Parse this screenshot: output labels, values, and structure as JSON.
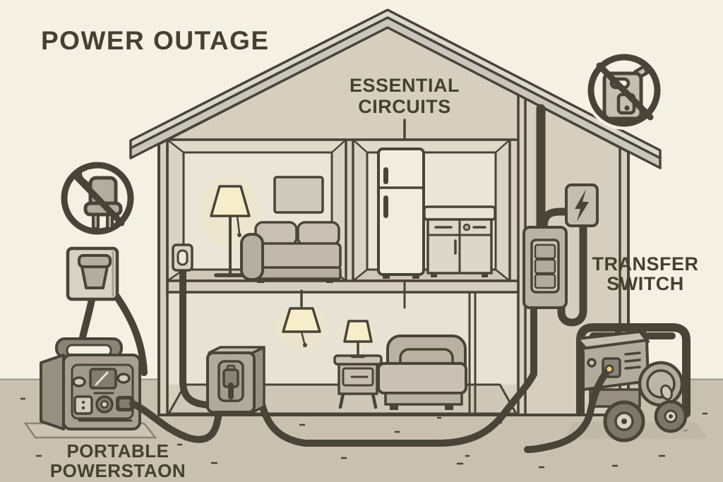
{
  "title": "POWER OUTAGE",
  "labels": {
    "essential_circuits": {
      "line1": "ESSENTIAL",
      "line2": "CIRCUITS"
    },
    "transfer_switch": {
      "line1": "TRANSFER",
      "line2": "SWITCH"
    },
    "portable_power_station": {
      "line1": "PORTABLE",
      "line2": "POWERSTAON"
    }
  },
  "icons": {
    "no_plug": "no-plug-prohibition-icon",
    "no_gasoline": "no-gas-can-prohibition-icon",
    "lightning": "lightning-bolt-icon"
  },
  "scene": {
    "objects": [
      "house cross-section",
      "portable power station",
      "generator",
      "transfer switch panel",
      "breaker box with lightning bolt",
      "exterior wall outlet with plug",
      "refrigerator",
      "kitchen cabinet",
      "sofa",
      "floor lamp",
      "picture frame",
      "pendant lamp",
      "bed",
      "nightstand",
      "table lamp",
      "yellow extension cords"
    ]
  },
  "colors": {
    "background": "#f4f0e4",
    "ground": "#c9c1b0",
    "house_body": "#d6cfc0",
    "room_back_wall": "#ebe5d8",
    "outline": "#4a4337",
    "cable_yellow": "#ecd07c",
    "device_gray": "#a8a193",
    "lamp_lit": "#f6eeca",
    "text": "#46402f"
  }
}
